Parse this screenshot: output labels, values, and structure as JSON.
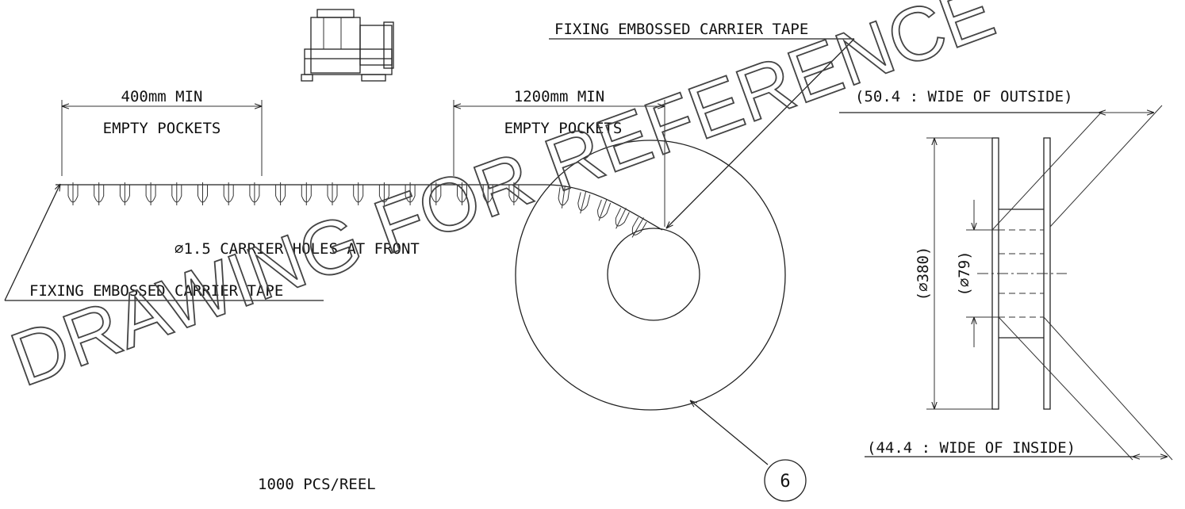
{
  "labels": {
    "fixing_top": "FIXING EMBOSSED CARRIER TAPE",
    "fixing_left": "FIXING EMBOSSED CARRIER TAPE",
    "left_length": "400mm MIN",
    "left_pockets": "EMPTY POCKETS",
    "right_length": "1200mm MIN",
    "right_pockets": "EMPTY POCKETS",
    "carrier_holes": "∅1.5 CARRIER HOLES AT FRONT",
    "pcs_per_reel": "1000 PCS/REEL",
    "balloon_number": "6",
    "wide_outside": "(50.4 : WIDE OF OUTSIDE)",
    "wide_inside": "(44.4 : WIDE OF INSIDE)",
    "dia_reel": "(∅380)",
    "dia_hub": "(∅79)"
  },
  "watermark": "DRAWING FOR REFERENCE",
  "colors": {
    "line": "#222222",
    "text": "#111111",
    "background": "#ffffff"
  }
}
